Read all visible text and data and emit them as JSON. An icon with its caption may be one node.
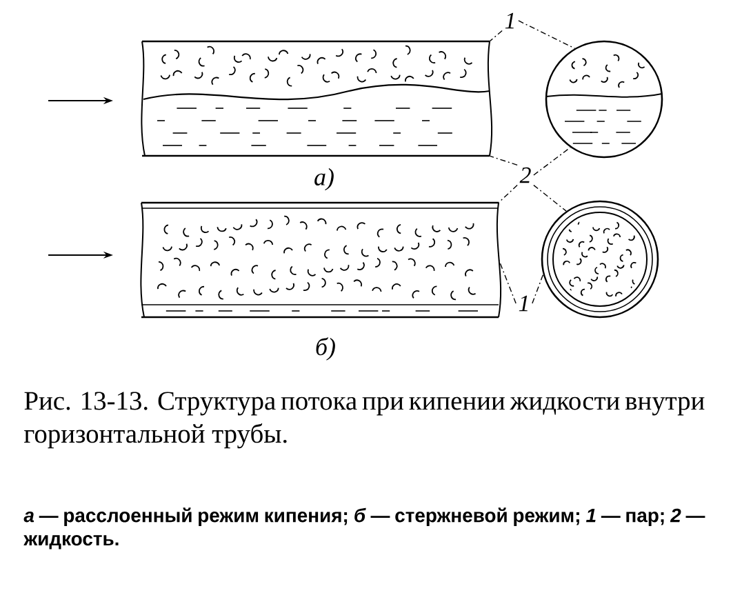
{
  "diagram": {
    "caption": "Рис. 13-13. Структура потока при кипении жидкости внутри горизонтальной трубы.",
    "nodes": [
      {
        "text": [
          "1"
        ]
      },
      {
        "text": [],
        "shape": "box"
      },
      {
        "text": [],
        "shape": "circle"
      },
      {
        "text": [
          "2"
        ]
      },
      {
        "text": [],
        "shape": "box"
      },
      {
        "text": [],
        "shape": "circle"
      },
      {
        "text": [
          "1"
        ]
      }
    ],
    "edges": [
      {
        "from": 0,
        "to": 1,
        "arrow": "none"
      },
      {
        "from": 0,
        "to": 2,
        "arrow": "none"
      },
      {
        "from": 3,
        "to": 1,
        "arrow": "none"
      },
      {
        "from": 3,
        "to": 2,
        "arrow": "none"
      },
      {
        "from": 3,
        "to": 4,
        "arrow": "none"
      },
      {
        "from": 3,
        "to": 5,
        "arrow": "none"
      },
      {
        "from": 6,
        "to": 4,
        "arrow": "none"
      },
      {
        "from": 6,
        "to": 5,
        "arrow": "none"
      }
    ],
    "labels": [
      "а)",
      "б)",
      "*а* — расслоенный режим кипения; *б* — стержневой режим; *1* — пар; *2* — жидкость."
    ]
  }
}
